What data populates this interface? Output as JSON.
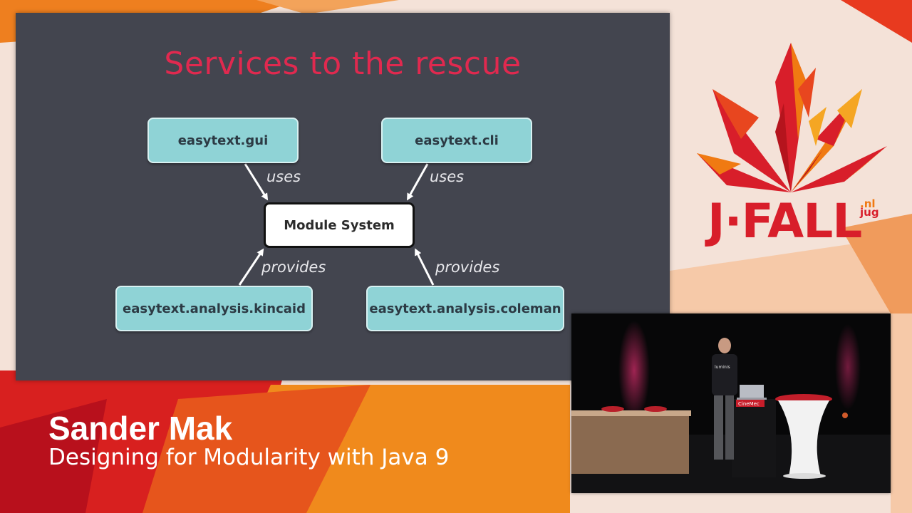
{
  "slide": {
    "title": "Services to the rescue",
    "modules": {
      "gui": "easytext.gui",
      "cli": "easytext.cli",
      "core": "Module System",
      "kincaid": "easytext.analysis.kincaid",
      "coleman": "easytext.analysis.coleman"
    },
    "edges": {
      "uses_left": "uses",
      "uses_right": "uses",
      "provides_left": "provides",
      "provides_right": "provides"
    }
  },
  "branding": {
    "logo_main": "J·FALL",
    "logo_sub_top": ".nl",
    "logo_sub_bottom": "jug",
    "colors": {
      "red": "#d81e2a",
      "orange": "#f07a12",
      "accent": "#e0294f"
    }
  },
  "lower_third": {
    "speaker": "Sander Mak",
    "talk": "Designing for Modularity with Java 9"
  },
  "video": {
    "shirt_text": "luminis",
    "podium_text": "CineMec"
  }
}
